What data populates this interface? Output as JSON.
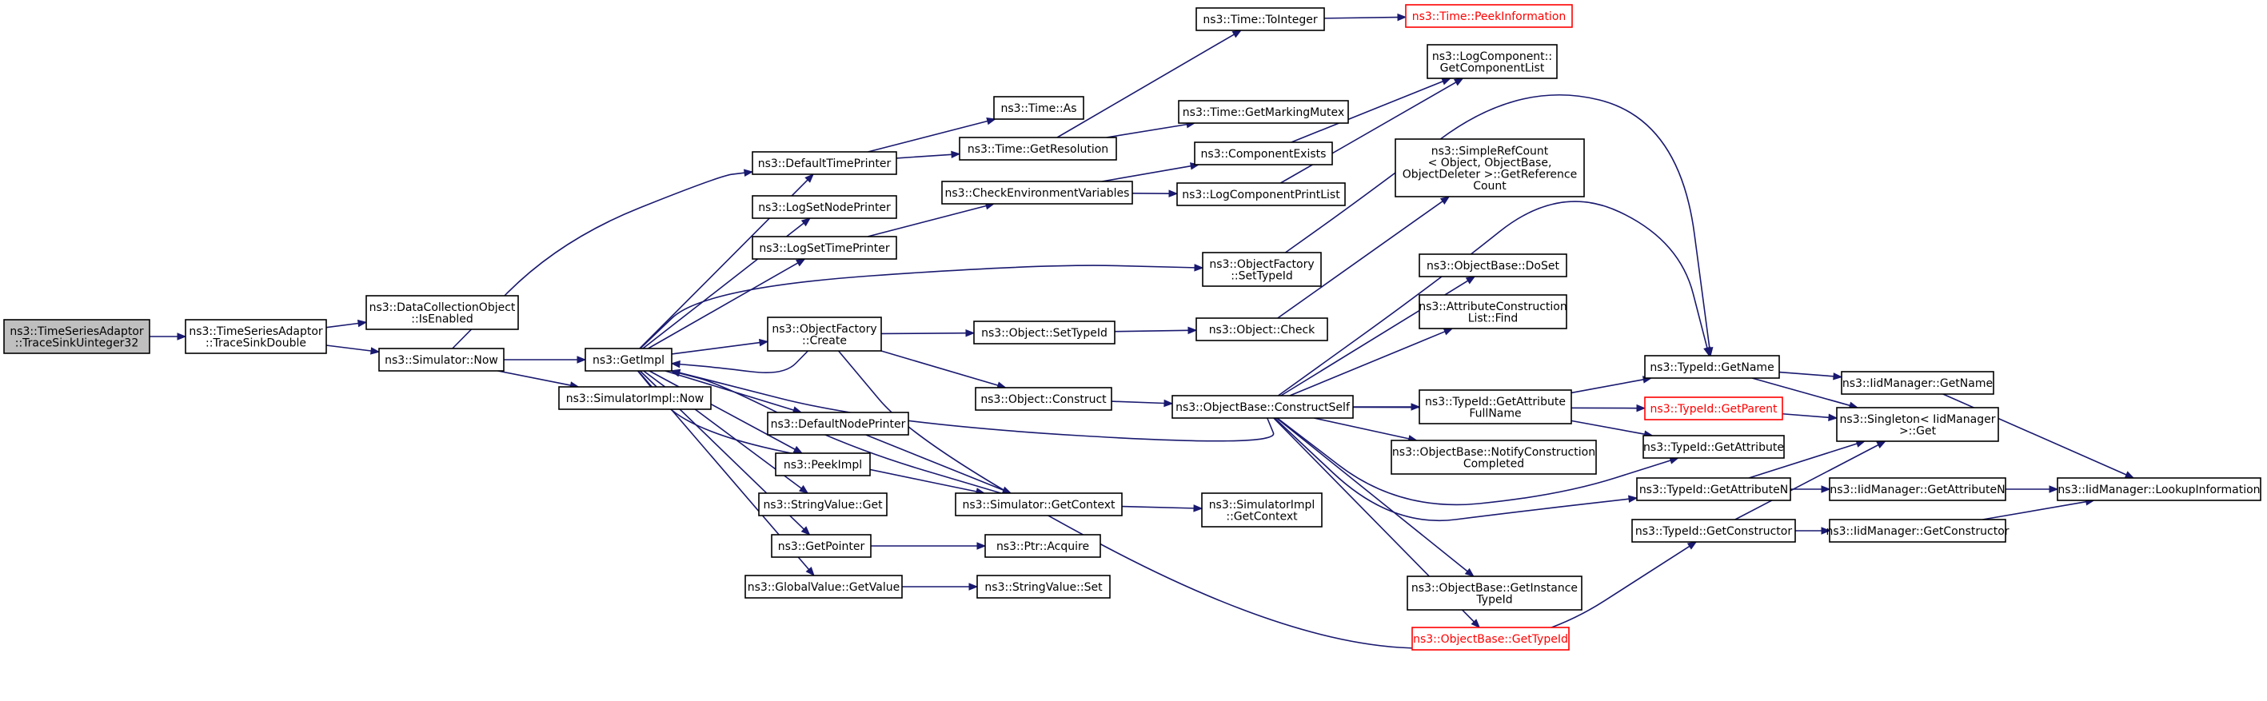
{
  "colors": {
    "edge": "#191970",
    "root_fill": "#bfbfbf",
    "broken_link": "#ff0000"
  },
  "nodes": {
    "root": {
      "lines": [
        "ns3::TimeSeriesAdaptor",
        "::TraceSinkUinteger32"
      ]
    },
    "traceSinkDouble": {
      "lines": [
        "ns3::TimeSeriesAdaptor",
        "::TraceSinkDouble"
      ]
    },
    "dcoIsEnabled": {
      "lines": [
        "ns3::DataCollectionObject",
        "::IsEnabled"
      ]
    },
    "simNow": {
      "lines": [
        "ns3::Simulator::Now"
      ]
    },
    "getImpl": {
      "lines": [
        "ns3::GetImpl"
      ]
    },
    "simImplNow": {
      "lines": [
        "ns3::SimulatorImpl::Now"
      ]
    },
    "defaultTimePrinter": {
      "lines": [
        "ns3::DefaultTimePrinter"
      ]
    },
    "logSetNodePrinter": {
      "lines": [
        "ns3::LogSetNodePrinter"
      ]
    },
    "logSetTimePrinter": {
      "lines": [
        "ns3::LogSetTimePrinter"
      ]
    },
    "ofCreate": {
      "lines": [
        "ns3::ObjectFactory",
        "::Create"
      ]
    },
    "defaultNodePrinter": {
      "lines": [
        "ns3::DefaultNodePrinter"
      ]
    },
    "peekImpl": {
      "lines": [
        "ns3::PeekImpl"
      ]
    },
    "stringValueGet": {
      "lines": [
        "ns3::StringValue::Get"
      ]
    },
    "getPointer": {
      "lines": [
        "ns3::GetPointer"
      ]
    },
    "globalValueGetValue": {
      "lines": [
        "ns3::GlobalValue::GetValue"
      ]
    },
    "timeAs": {
      "lines": [
        "ns3::Time::As"
      ]
    },
    "timeGetResolution": {
      "lines": [
        "ns3::Time::GetResolution"
      ]
    },
    "checkEnvVars": {
      "lines": [
        "ns3::CheckEnvironmentVariables"
      ]
    },
    "objectSetTypeId": {
      "lines": [
        "ns3::Object::SetTypeId"
      ]
    },
    "objectConstruct": {
      "lines": [
        "ns3::Object::Construct"
      ]
    },
    "simGetContext": {
      "lines": [
        "ns3::Simulator::GetContext"
      ]
    },
    "ptrAcquire": {
      "lines": [
        "ns3::Ptr::Acquire"
      ]
    },
    "stringValueSet": {
      "lines": [
        "ns3::StringValue::Set"
      ]
    },
    "timeToInteger": {
      "lines": [
        "ns3::Time::ToInteger"
      ]
    },
    "timeGetMarkingMutex": {
      "lines": [
        "ns3::Time::GetMarkingMutex"
      ]
    },
    "componentExists": {
      "lines": [
        "ns3::ComponentExists"
      ]
    },
    "logComponentPrintList": {
      "lines": [
        "ns3::LogComponentPrintList"
      ]
    },
    "ofSetTypeId": {
      "lines": [
        "ns3::ObjectFactory",
        "::SetTypeId"
      ]
    },
    "objectCheck": {
      "lines": [
        "ns3::Object::Check"
      ]
    },
    "obConstructSelf": {
      "lines": [
        "ns3::ObjectBase::ConstructSelf"
      ]
    },
    "simImplGetContext": {
      "lines": [
        "ns3::SimulatorImpl",
        "::GetContext"
      ]
    },
    "timePeekInformation": {
      "lines": [
        "ns3::Time::PeekInformation"
      ]
    },
    "logComponentGetList": {
      "lines": [
        "ns3::LogComponent::",
        "GetComponentList"
      ]
    },
    "simpleRefCount": {
      "lines": [
        "ns3::SimpleRefCount",
        "< Object, ObjectBase,",
        "ObjectDeleter >::GetReference",
        "Count"
      ]
    },
    "obDoSet": {
      "lines": [
        "ns3::ObjectBase::DoSet"
      ]
    },
    "attrConstructionListFind": {
      "lines": [
        "ns3::AttributeConstruction",
        "List::Find"
      ]
    },
    "typeIdGetAttributeFullName": {
      "lines": [
        "ns3::TypeId::GetAttribute",
        "FullName"
      ]
    },
    "obNotifyConstructionCompleted": {
      "lines": [
        "ns3::ObjectBase::NotifyConstruction",
        "Completed"
      ]
    },
    "obGetInstanceTypeId": {
      "lines": [
        "ns3::ObjectBase::GetInstance",
        "TypeId"
      ]
    },
    "obGetTypeId": {
      "lines": [
        "ns3::ObjectBase::GetTypeId"
      ]
    },
    "typeIdGetName": {
      "lines": [
        "ns3::TypeId::GetName"
      ]
    },
    "typeIdGetParent": {
      "lines": [
        "ns3::TypeId::GetParent"
      ]
    },
    "typeIdGetAttribute": {
      "lines": [
        "ns3::TypeId::GetAttribute"
      ]
    },
    "typeIdGetAttributeN": {
      "lines": [
        "ns3::TypeId::GetAttributeN"
      ]
    },
    "typeIdGetConstructor": {
      "lines": [
        "ns3::TypeId::GetConstructor"
      ]
    },
    "iidGetName": {
      "lines": [
        "ns3::IidManager::GetName"
      ]
    },
    "singletonGet": {
      "lines": [
        "ns3::Singleton< IidManager",
        ">::Get"
      ]
    },
    "iidGetAttributeN": {
      "lines": [
        "ns3::IidManager::GetAttributeN"
      ]
    },
    "iidGetConstructor": {
      "lines": [
        "ns3::IidManager::GetConstructor"
      ]
    },
    "iidLookupInformation": {
      "lines": [
        "ns3::IidManager::LookupInformation"
      ]
    }
  }
}
